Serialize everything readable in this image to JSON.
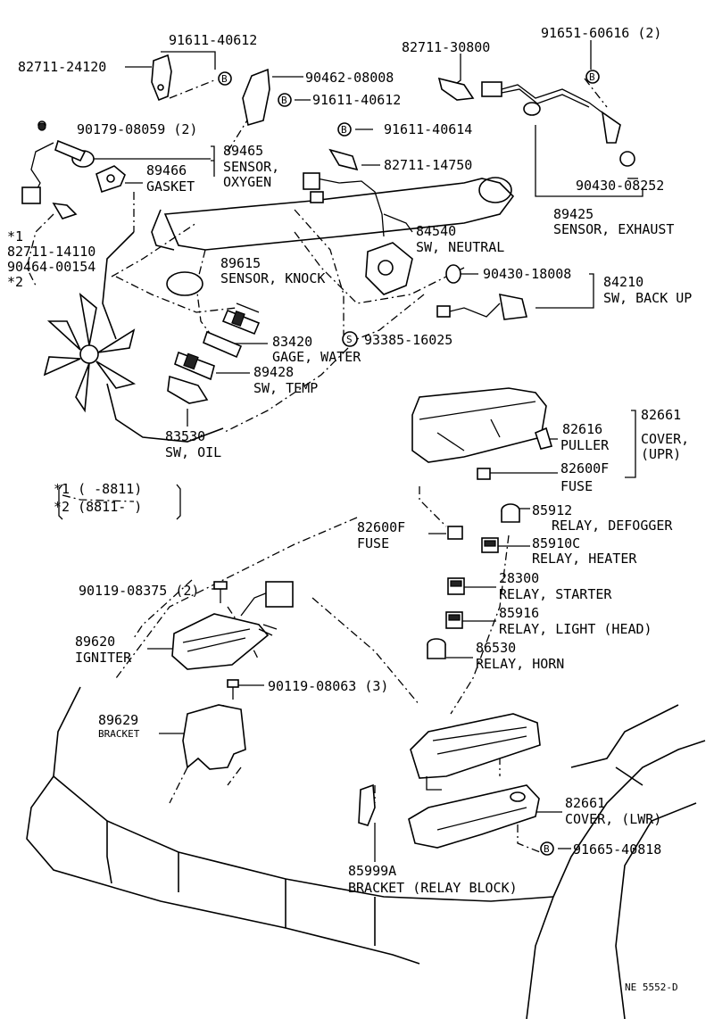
{
  "labels": {
    "p91611_40612_a": "91611-40612",
    "p82711_24120": "82711-24120",
    "p82711_30800": "82711-30800",
    "p91651_60616": "91651-60616 (2)",
    "p90462_08008": "90462-08008",
    "p91611_40612_b": "91611-40612",
    "p90179_08059": "90179-08059 (2)",
    "p91611_40614": "91611-40614",
    "p89465_num": "89465",
    "p89465_name1": "SENSOR,",
    "p89465_name2": "OXYGEN",
    "p89466_num": "89466",
    "p89466_name": "GASKET",
    "p82711_14750": "82711-14750",
    "p90430_08252": "90430-08252",
    "p89425_num": "89425",
    "p89425_name": "SENSOR, EXHAUST",
    "star1": "*1",
    "p82711_14110": "82711-14110",
    "p90464_00154": "90464-00154",
    "star2": "*2",
    "p84540_num": "84540",
    "p84540_name": "SW, NEUTRAL",
    "p89615_num": "89615",
    "p89615_name": "SENSOR, KNOCK",
    "p90430_18008": "90430-18008",
    "p84210_num": "84210",
    "p84210_name": "SW, BACK UP",
    "p93385_16025": "93385-16025",
    "p83420_num": "83420",
    "p83420_name": "GAGE, WATER",
    "p89428_num": "89428",
    "p89428_name": "SW, TEMP",
    "p83530_num": "83530",
    "p83530_name": "SW, OIL",
    "p82616_num": "82616",
    "p82616_name": "PULLER",
    "p82661_upr_num": "82661",
    "p82661_upr_name1": "COVER,",
    "p82661_upr_name2": "(UPR)",
    "p82600F_a_num": "82600F",
    "p82600F_a_name": "FUSE",
    "note1": "*1  (      -8811)",
    "note2": "*2  (8811-      )",
    "p82600F_b_num": "82600F",
    "p82600F_b_name": "FUSE",
    "p85912_num": "85912",
    "p85912_name": "RELAY, DEFOGGER",
    "p85910C_num": "85910C",
    "p85910C_name": "RELAY, HEATER",
    "p90119_08375": "90119-08375 (2)",
    "p28300_num": "28300",
    "p28300_name": "RELAY, STARTER",
    "p85916_num": "85916",
    "p85916_name": "RELAY, LIGHT (HEAD)",
    "p89620_num": "89620",
    "p89620_name": "IGNITER",
    "p86530_num": "86530",
    "p86530_name": "RELAY, HORN",
    "p90119_08063": "90119-08063 (3)",
    "p89629_num": "89629",
    "p89629_name": "BRACKET",
    "p82661_lwr_num": "82661",
    "p82661_lwr_name": "COVER,  (LWR)",
    "p91665_40818": "91665-40818",
    "p85999A_num": "85999A",
    "p85999A_name": "BRACKET (RELAY BLOCK)",
    "drawing_no": "NE 5552-D"
  },
  "markers": {
    "b": "B",
    "s": "S"
  }
}
